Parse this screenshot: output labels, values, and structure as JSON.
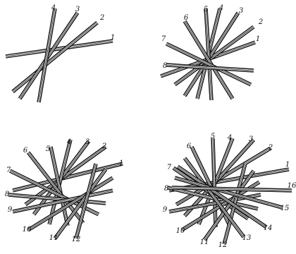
{
  "panels": [
    {
      "id": "panel-stage-1",
      "strips": [
        {
          "label": "1"
        },
        {
          "label": "2"
        },
        {
          "label": "3"
        },
        {
          "label": "4"
        }
      ]
    },
    {
      "id": "panel-stage-2",
      "strips": [
        {
          "label": "1"
        },
        {
          "label": "2"
        },
        {
          "label": "3"
        },
        {
          "label": "4"
        },
        {
          "label": "5"
        },
        {
          "label": "6"
        },
        {
          "label": "7"
        },
        {
          "label": "8"
        }
      ]
    },
    {
      "id": "panel-stage-3",
      "strips": [
        {
          "label": "1"
        },
        {
          "label": "2"
        },
        {
          "label": "3"
        },
        {
          "label": "4"
        },
        {
          "label": "5"
        },
        {
          "label": "6"
        },
        {
          "label": "7"
        },
        {
          "label": "8"
        },
        {
          "label": "9"
        },
        {
          "label": "10"
        },
        {
          "label": "11"
        },
        {
          "label": "12"
        }
      ]
    },
    {
      "id": "panel-stage-4",
      "strips": [
        {
          "label": "1"
        },
        {
          "label": "2"
        },
        {
          "label": "3"
        },
        {
          "label": "4"
        },
        {
          "label": "5"
        },
        {
          "label": "6"
        },
        {
          "label": "7"
        },
        {
          "label": "8"
        },
        {
          "label": "9"
        },
        {
          "label": "10"
        },
        {
          "label": "11"
        },
        {
          "label": "12"
        },
        {
          "label": "13"
        },
        {
          "label": "14"
        },
        {
          "label": "15"
        },
        {
          "label": "16"
        }
      ]
    }
  ],
  "colors": {
    "line": "#1a1a1a",
    "background": "#ffffff"
  }
}
